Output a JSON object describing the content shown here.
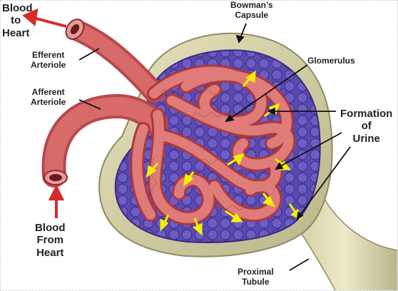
{
  "labels": {
    "blood_to_heart": [
      "Blood",
      "to",
      "Heart"
    ],
    "efferent_arteriole": [
      "Efferent",
      "Arteriole"
    ],
    "afferent_arteriole": [
      "Afferent",
      "Arteriole"
    ],
    "blood_from_heart": [
      "Blood",
      "From",
      "Heart"
    ],
    "bowmans_capsule": [
      "Bowman’s",
      "Capsule"
    ],
    "glomerulus": "Glomerulus",
    "formation_of_urine": [
      "Formation",
      "of",
      "Urine"
    ],
    "proximal_tubule": [
      "Proximal",
      "Tubule"
    ]
  },
  "colors": {
    "capsule_outer": "#d8d5a8",
    "capsule_inner": "#5a4aa8",
    "vessel": "#d86a6a",
    "vessel_dark": "#b8484c",
    "filtrate_arrow": "#f2f000",
    "blood_arrow": "#d82a2a"
  }
}
